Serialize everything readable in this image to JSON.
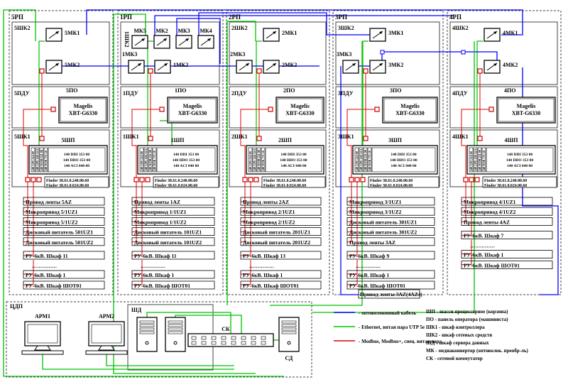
{
  "colors": {
    "fiber": "#0000ff",
    "ethernet": "#00c000",
    "modbus": "#e00000",
    "panel": "#888888"
  },
  "panels": [
    {
      "id": "5РП",
      "shk2": "5ШК2",
      "pdu": "5ПДУ",
      "shk1": "5ШК1",
      "mk1": "5МК1",
      "mk2": "5МК2",
      "po": "5ПО",
      "shp": "5ШП",
      "devices": [
        "Привод ленты 5AZ",
        "Микропривод 5/1UZ1",
        "Микропривод 5/1UZ2",
        "Дисковый питатель 501UZ1",
        "Дисковый питатель 501UZ2"
      ],
      "ru_first": "РУ-6кВ. Шкаф 11",
      "ru_dots": "……………",
      "ru_last": "РУ-6кВ. Шкаф 1",
      "ru_shot": "РУ-6кВ. Шкаф ШОТ01"
    },
    {
      "id": "1РП",
      "shk2": "1ШК2",
      "pdu": "1ПДУ",
      "shk1": "1ШК1",
      "mk1": "1МК2",
      "mk2": "",
      "mk3": "1МК3",
      "mk5": "МК5",
      "mk2b": "МК2",
      "mk3b": "МК3",
      "mk4": "МК4",
      "po": "1ПО",
      "shp": "1ШП",
      "devices": [
        "Привод ленты 1AZ",
        "Микропривод 1/1UZ1",
        "Микропривод 1/1UZ2",
        "Дисковый питатель 101UZ1",
        "Дисковый питатель 101UZ2"
      ],
      "ru_first": "РУ-6кВ. Шкаф 11",
      "ru_dots": "……………",
      "ru_last": "РУ-6кВ. Шкаф 1",
      "ru_shot": "РУ-6кВ. Шкаф ШОТ01"
    },
    {
      "id": "2РП",
      "shk2": "2ШК2",
      "pdu": "2ПДУ",
      "shk1": "2ШК1",
      "mk1": "2МК1",
      "mk2": "2МК2",
      "mk3": "2МК3",
      "po": "2ПО",
      "shp": "2ШП",
      "devices": [
        "Привод ленты 2AZ",
        "Микропривод 2/1UZ1",
        "Микропривод 2/1UZ2",
        "Дисковый питатель 201UZ1",
        "Дисковый питатель 201UZ2"
      ],
      "ru_first": "РУ-6кВ. Шкаф 13",
      "ru_dots": "……………",
      "ru_last": "РУ-6кВ. Шкаф 1",
      "ru_shot": "РУ-6кВ. Шкаф ШОТ01"
    },
    {
      "id": "3РП",
      "shk2": "3ШК2",
      "pdu": "3ПДУ",
      "shk1": "3ШК1",
      "mk1": "3МК1",
      "mk2": "3МК2",
      "mk3": "3МК3",
      "po": "3ПО",
      "shp": "3ШП",
      "devices": [
        "Микропривод 3/1UZ1",
        "Микропривод 3/1UZ2",
        "Дисковый питатель 301UZ1",
        "Дисковый питатель 301UZ2",
        "Привод ленты 3AZ"
      ],
      "ru_first": "РУ-6кВ. Шкаф 9",
      "ru_dots": "……………",
      "ru_last": "РУ-6кВ. Шкаф 1",
      "ru_shot": "РУ-6кВ. Шкаф ШОТ01",
      "extra": "Привод ленты 3AZ(4AZ4)"
    },
    {
      "id": "4РП",
      "shk2": "4ШК2",
      "pdu": "4ПДУ",
      "shk1": "4ШК1",
      "mk1": "4МК1",
      "mk2": "4МК2",
      "po": "4ПО",
      "shp": "4ШП",
      "devices": [
        "Микропривод 4/1UZ1",
        "Микропривод 4/1UZ2",
        "Привод ленты 4AZ"
      ],
      "ru_first": "РУ-6кВ. Шкаф 7",
      "ru_dots": "……………",
      "ru_last": "РУ-6кВ. Шкаф 1",
      "ru_shot": "РУ-6кВ. Шкаф ШОТ01"
    }
  ],
  "hmi": {
    "line1": "Magelis",
    "line2": "XBT-G6330"
  },
  "plc_cols": [
    "140 CPS 214 00",
    "140 CPU 434 12A",
    "140 NOM 211 00",
    "140 NOE 771 10"
  ],
  "plc_io": [
    "140 DDI 353 00",
    "140 DDO 353 00",
    "140 ACI 040 00"
  ],
  "finder": [
    "Finder 38.61.0.240.00.60",
    "Finder 38.61.0.024.00.60"
  ],
  "cdp": {
    "title": "ЦДП",
    "arm1": "АРМ1",
    "arm2": "АРМ2",
    "shd": "ШД",
    "sk": "СК",
    "sd": "СД"
  },
  "legend": {
    "fiber": "- оптоволоконный кабель",
    "ethernet": "- Ethernet, витая пара UTP 5e",
    "modbus": "- Modbus, Modbus+, спец. витая пара"
  },
  "abbr": [
    "ШП - шасси процессорное (корзина)",
    "ПО - панель оператора (машиниста)",
    "ШК1 - шкаф контроллера",
    "ШК2 - шкаф сетевых средств",
    "ШД - шкаф сервера данных",
    "МК - медиаконвертор (оптоволок. преобр-ль)",
    "СК - сетевой коммутатор"
  ]
}
